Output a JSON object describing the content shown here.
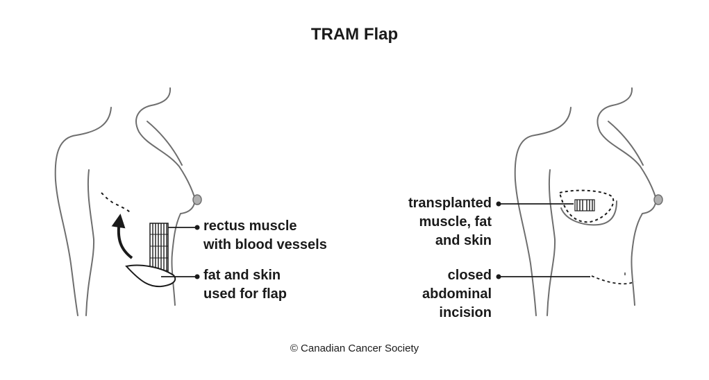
{
  "title": "TRAM Flap",
  "left_figure": {
    "labels": {
      "rectus": [
        "rectus muscle",
        "with blood vessels"
      ],
      "flap": [
        "fat and skin",
        "used for flap"
      ]
    }
  },
  "right_figure": {
    "labels": {
      "transplanted": [
        "transplanted",
        "muscle, fat",
        "and skin"
      ],
      "incision": [
        "closed",
        "abdominal",
        "incision"
      ]
    }
  },
  "footer": "© Canadian Cancer Society",
  "colors": {
    "outline": "#6e6e6e",
    "ink": "#1a1a1a",
    "background": "#ffffff"
  }
}
